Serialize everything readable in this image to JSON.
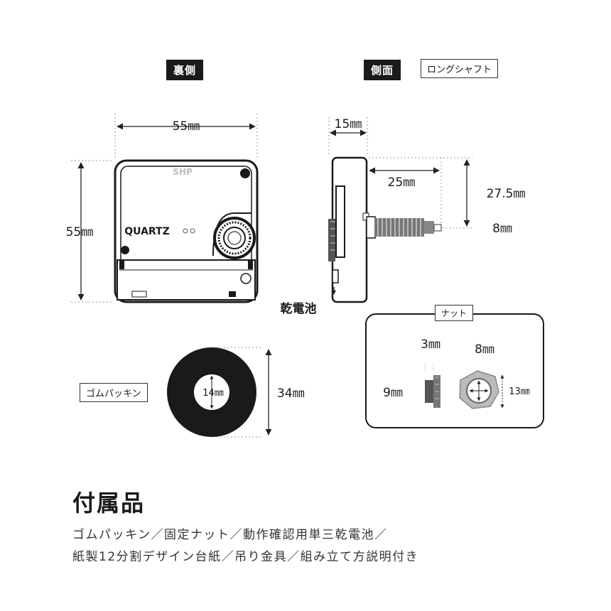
{
  "labels": {
    "back": "裏側",
    "side": "側面",
    "long_shaft": "ロングシャフト",
    "nut": "ナット",
    "gasket": "ゴムパッキン",
    "battery": "乾電池",
    "brand": "SHP",
    "quartz": "QUARTZ"
  },
  "dimensions": {
    "back_width": "55㎜",
    "back_height": "55㎜",
    "side_depth": "15㎜",
    "shaft_length": "25㎜",
    "total_shaft": "27.5㎜",
    "shaft_tip": "8㎜",
    "gasket_outer": "34㎜",
    "gasket_inner": "14㎜",
    "nut_thickness": "3㎜",
    "nut_diameter": "9㎜",
    "ring_inner": "8㎜",
    "ring_outer": "13㎜"
  },
  "footer": {
    "title": "付属品",
    "line1": "ゴムパッキン／固定ナット／動作確認用単三乾電池／",
    "line2": "紙製12分割デザイン台紙／吊り金具／組み立て方説明付き"
  }
}
